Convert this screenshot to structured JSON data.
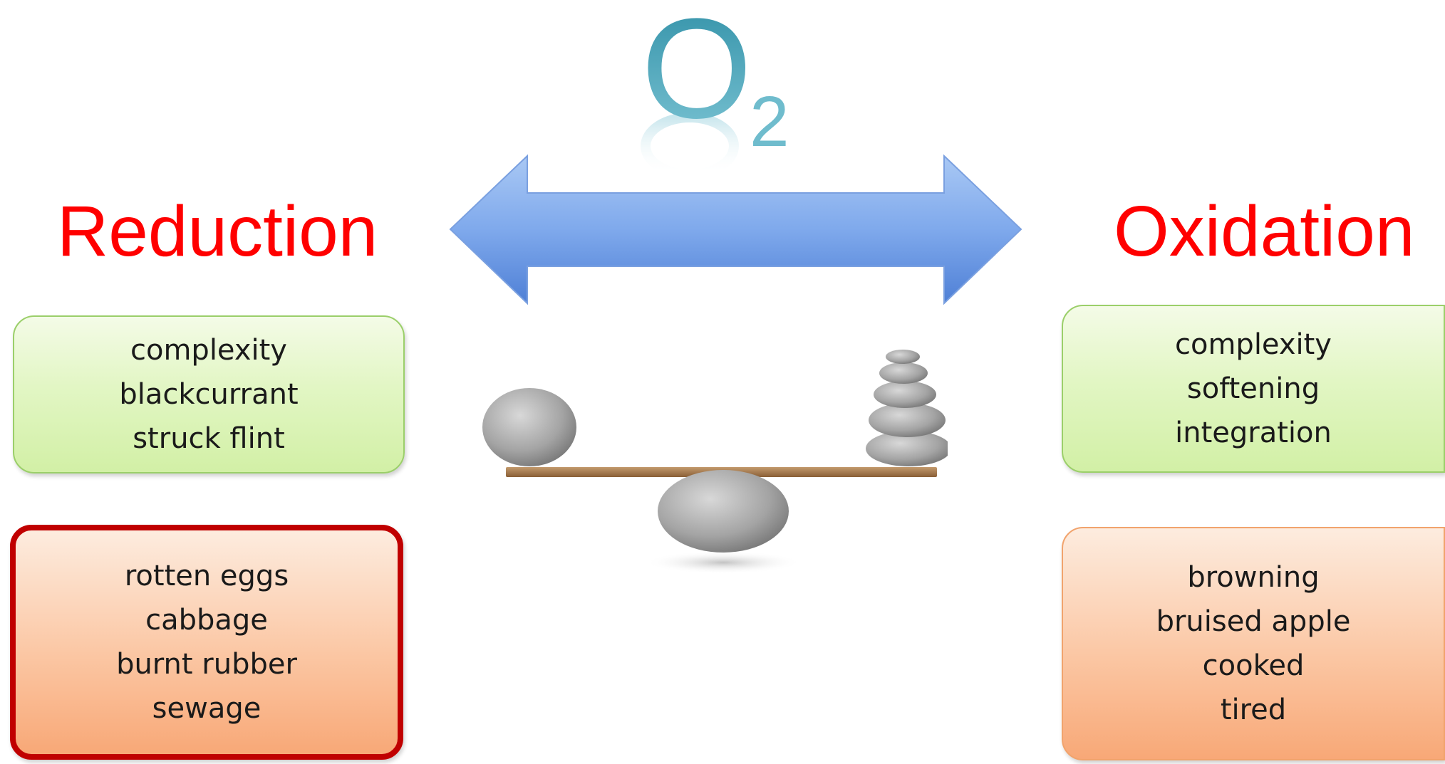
{
  "header": {
    "symbol": "O",
    "subscript": "2"
  },
  "reduction": {
    "heading": "Reduction",
    "positive": [
      "complexity",
      "blackcurrant",
      "struck flint"
    ],
    "negative": [
      "rotten eggs",
      "cabbage",
      "burnt rubber",
      "sewage"
    ]
  },
  "oxidation": {
    "heading": "Oxidation",
    "positive": [
      "complexity",
      "softening",
      "integration"
    ],
    "negative": [
      "browning",
      "bruised apple",
      "cooked",
      "tired"
    ]
  },
  "colors": {
    "heading": "#ff0000",
    "arrow": "#6f9fe6",
    "o2": "#4fa3b8",
    "highlight_border": "#c00000"
  }
}
